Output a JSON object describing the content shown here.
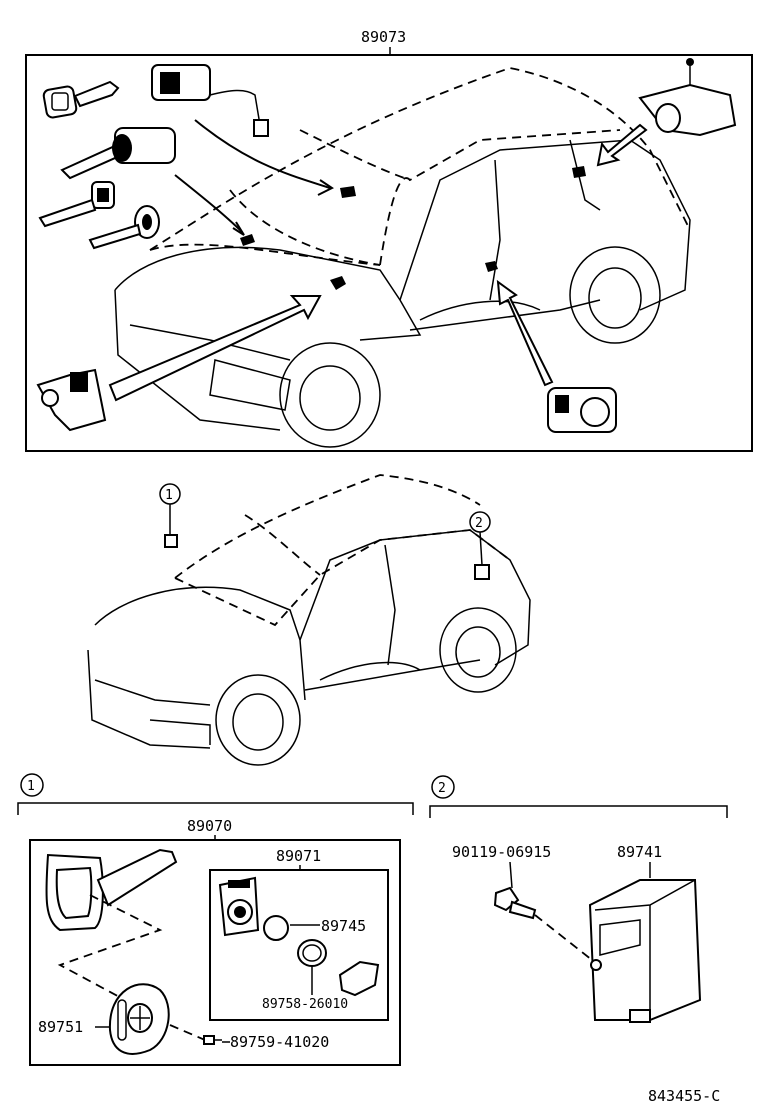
{
  "diagram": {
    "top_assembly_number": "89073",
    "callouts": {
      "one": "1",
      "two": "2"
    },
    "section1": {
      "marker": "1",
      "assembly": "89070",
      "sub_assembly": "89071",
      "parts": {
        "key_cover": "89751",
        "transponder": "89745",
        "sensor_ring": "89758-26010",
        "screw": "89759-41020"
      }
    },
    "section2": {
      "marker": "2",
      "bolt": "90119-06915",
      "ecu": "89741"
    },
    "drawing_number": "843455-C"
  }
}
